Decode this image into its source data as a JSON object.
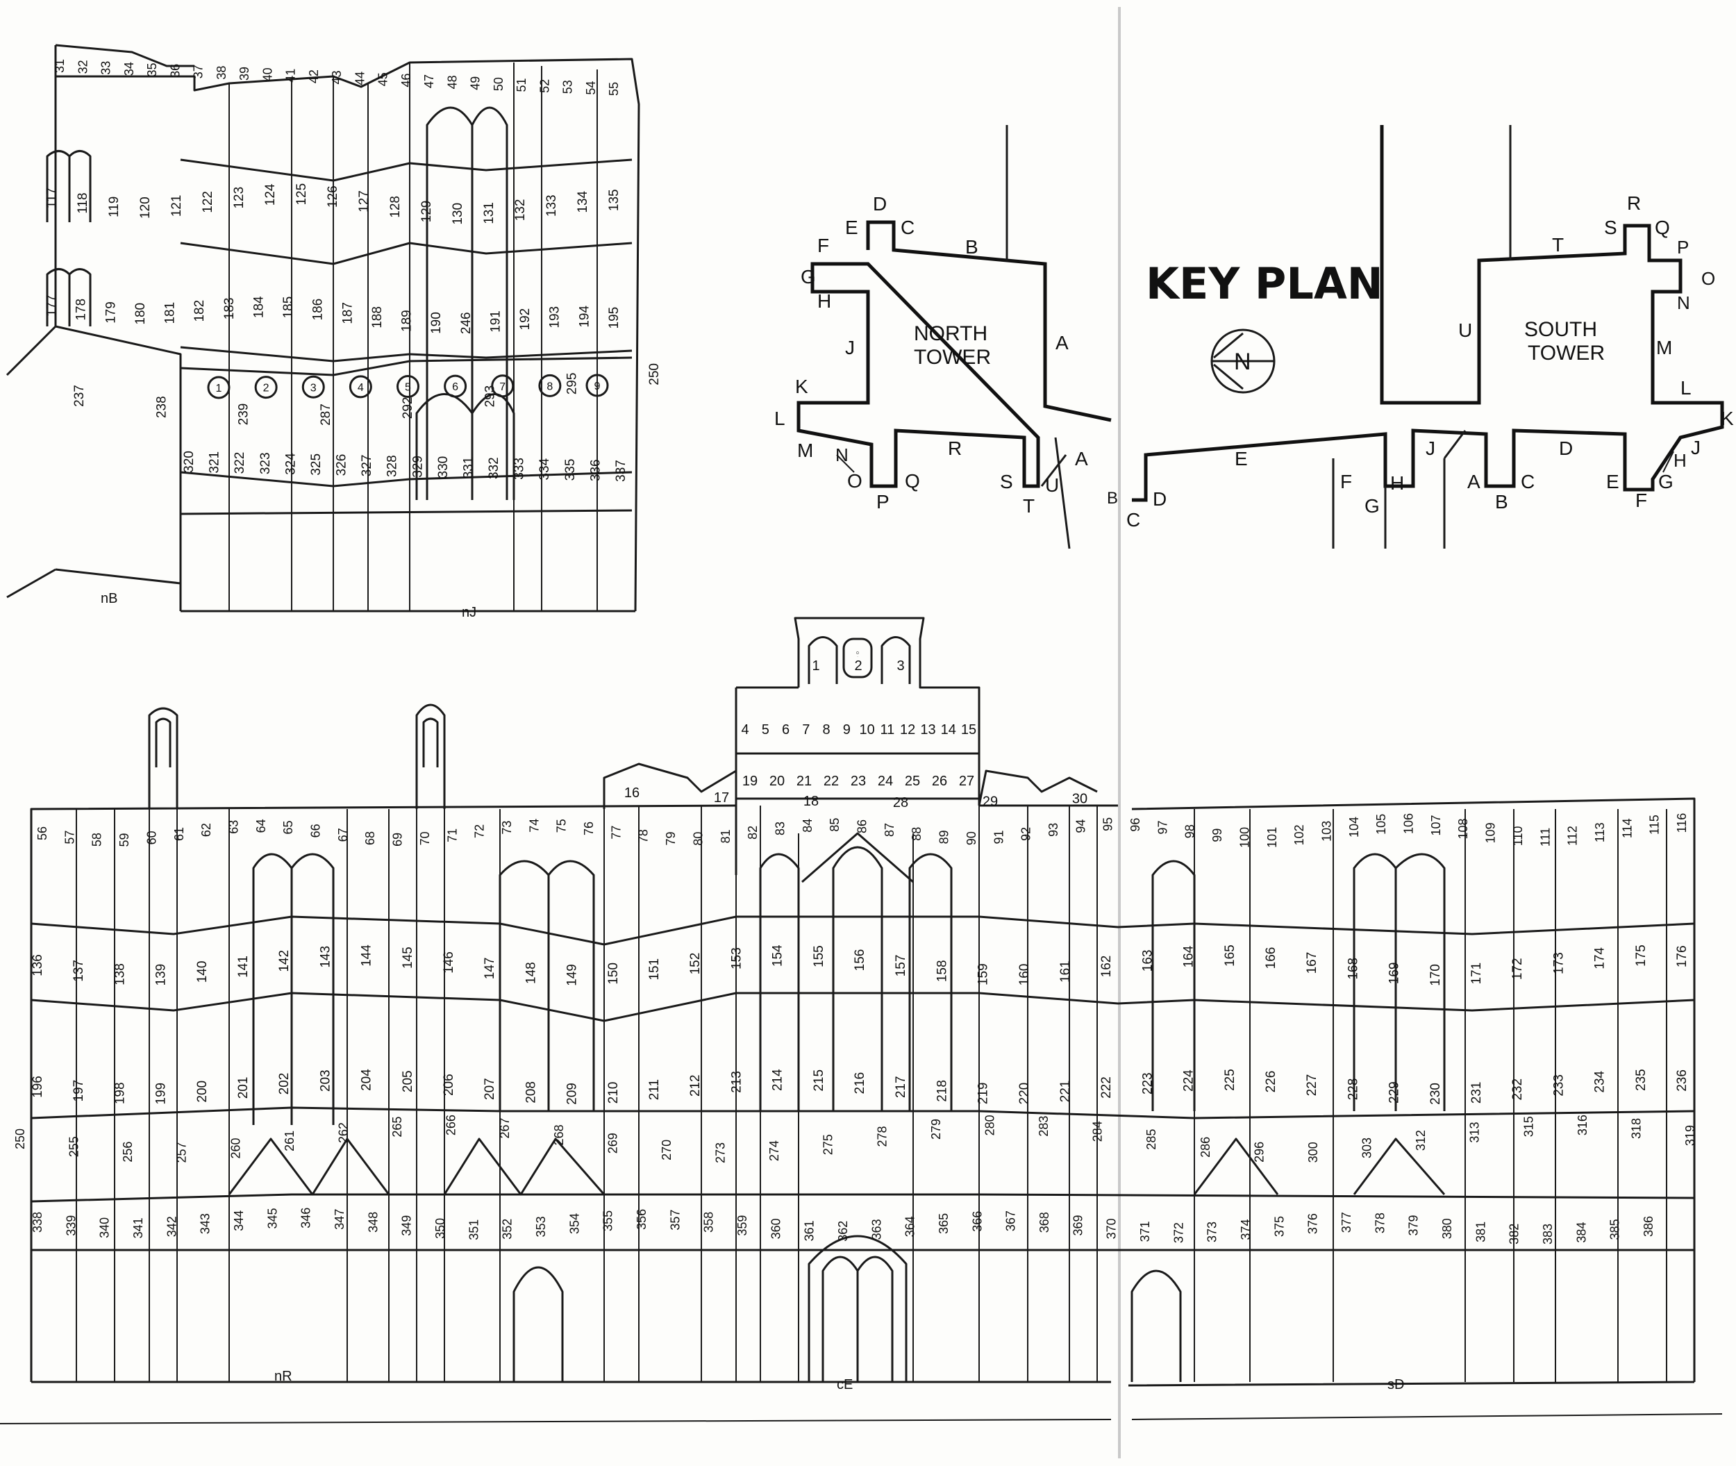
{
  "key_plan": {
    "title": "KEY PLAN",
    "compass": "N",
    "north_tower": {
      "line1": "NORTH",
      "line2": "TOWER"
    },
    "south_tower": {
      "line1": "SOUTH",
      "line2": "TOWER"
    },
    "north_letters": [
      "A",
      "B",
      "C",
      "D",
      "E",
      "F",
      "G",
      "H",
      "J",
      "K",
      "L",
      "M",
      "N",
      "O",
      "P",
      "Q",
      "R",
      "S",
      "T",
      "U"
    ],
    "front_letters": [
      "A",
      "B",
      "C",
      "D",
      "E",
      "F",
      "G",
      "H",
      "J"
    ],
    "south_letters": [
      "A",
      "B",
      "C",
      "D",
      "E",
      "F",
      "G",
      "H",
      "J",
      "K",
      "L",
      "M",
      "N",
      "O",
      "P",
      "Q",
      "R",
      "S",
      "T",
      "U"
    ]
  },
  "section_labels": {
    "nB": "nB",
    "nJ": "nJ",
    "nR": "nR",
    "cE": "cE",
    "sD": "sD"
  },
  "elevations": {
    "upper": {
      "top_row": [
        "31",
        "32",
        "33",
        "34",
        "35",
        "36",
        "37",
        "38",
        "39",
        "40",
        "41",
        "42",
        "43",
        "44",
        "45",
        "46",
        "47",
        "48",
        "49",
        "50",
        "51",
        "52",
        "53",
        "54",
        "55"
      ],
      "row2": [
        "117",
        "118",
        "119",
        "120",
        "121",
        "122",
        "123",
        "124",
        "125",
        "126",
        "127",
        "128",
        "129",
        "130",
        "131",
        "132",
        "133",
        "134",
        "135"
      ],
      "row3": [
        "177",
        "178",
        "179",
        "180",
        "181",
        "182",
        "183",
        "184",
        "185",
        "186",
        "187",
        "188",
        "189",
        "190",
        "246",
        "191",
        "192",
        "193",
        "194",
        "195"
      ],
      "quatrefoils": [
        "237",
        "238",
        "239",
        "287",
        "292",
        "293",
        "295",
        "250"
      ],
      "roundels": [
        "1",
        "2",
        "3",
        "4",
        "5",
        "6",
        "7",
        "8",
        "9"
      ],
      "bottom_row": [
        "320",
        "321",
        "322",
        "323",
        "324",
        "325",
        "326",
        "327",
        "328",
        "329",
        "330",
        "331",
        "332",
        "333",
        "334",
        "335",
        "336",
        "337"
      ]
    },
    "lower": {
      "gable": [
        "1",
        "2",
        "3"
      ],
      "central_top": [
        "4",
        "5",
        "6",
        "7",
        "8",
        "9",
        "10",
        "11",
        "12",
        "13",
        "14",
        "15"
      ],
      "central_row2": [
        "19",
        "20",
        "21",
        "22",
        "23",
        "24",
        "25",
        "26",
        "27"
      ],
      "gable_mid": [
        "16",
        "17",
        "18",
        "28",
        "29",
        "30"
      ],
      "top_row": [
        "56",
        "57",
        "58",
        "59",
        "60",
        "61",
        "62",
        "63",
        "64",
        "65",
        "66",
        "67",
        "68",
        "69",
        "70",
        "71",
        "72",
        "73",
        "74",
        "75",
        "76",
        "77",
        "78",
        "79",
        "80",
        "81",
        "82",
        "83",
        "84",
        "85",
        "86",
        "87",
        "88",
        "89",
        "90",
        "91",
        "92",
        "93",
        "94",
        "95",
        "96",
        "97",
        "98",
        "99",
        "100",
        "101",
        "102",
        "103",
        "104",
        "105",
        "106",
        "107",
        "108",
        "109",
        "110",
        "111",
        "112",
        "113",
        "114",
        "115",
        "116"
      ],
      "row2": [
        "136",
        "137",
        "138",
        "139",
        "140",
        "141",
        "142",
        "143",
        "144",
        "145",
        "146",
        "147",
        "148",
        "149",
        "150",
        "151",
        "152",
        "153",
        "154",
        "155",
        "156",
        "157",
        "158",
        "159",
        "160",
        "161",
        "162",
        "163",
        "164",
        "165",
        "166",
        "167",
        "168",
        "169",
        "170",
        "171",
        "172",
        "173",
        "174",
        "175",
        "176"
      ],
      "row3": [
        "196",
        "197",
        "198",
        "199",
        "200",
        "201",
        "202",
        "203",
        "204",
        "205",
        "206",
        "207",
        "208",
        "209",
        "210",
        "211",
        "212",
        "213",
        "214",
        "215",
        "216",
        "217",
        "218",
        "219",
        "220",
        "221",
        "222",
        "223",
        "224",
        "225",
        "226",
        "227",
        "228",
        "229",
        "230",
        "231",
        "232",
        "233",
        "234",
        "235",
        "236"
      ],
      "arcade": [
        "250",
        "255",
        "256",
        "257",
        "260",
        "261",
        "262",
        "265",
        "266",
        "267",
        "268",
        "269",
        "270",
        "273",
        "274",
        "275",
        "278",
        "279",
        "280",
        "283",
        "284",
        "285",
        "286",
        "296",
        "300",
        "303",
        "312",
        "313",
        "315",
        "316",
        "318",
        "319"
      ],
      "bottom_row": [
        "338",
        "339",
        "340",
        "341",
        "342",
        "343",
        "344",
        "345",
        "346",
        "347",
        "348",
        "349",
        "350",
        "351",
        "352",
        "353",
        "354",
        "355",
        "356",
        "357",
        "358",
        "359",
        "360",
        "361",
        "362",
        "363",
        "364",
        "365",
        "366",
        "367",
        "368",
        "369",
        "370",
        "371",
        "372",
        "373",
        "374",
        "375",
        "376",
        "377",
        "378",
        "379",
        "380",
        "381",
        "382",
        "383",
        "384",
        "385",
        "386"
      ]
    }
  }
}
